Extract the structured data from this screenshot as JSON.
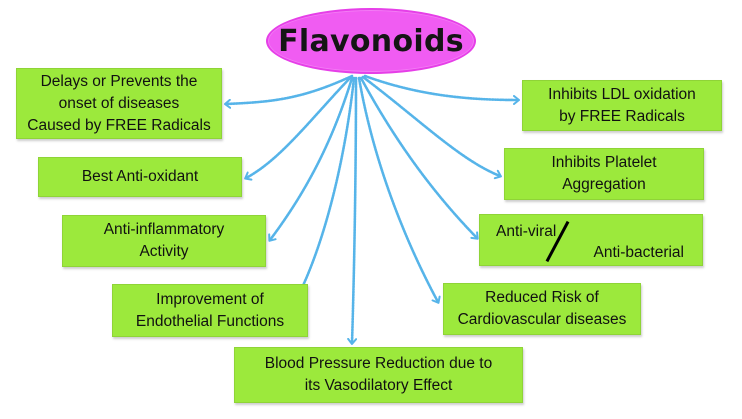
{
  "center": {
    "title": "Flavonoids",
    "fill_color": "#f05cf2"
  },
  "colors": {
    "box_fill": "#9ce93c",
    "connector": "#56b4e9"
  },
  "boxes": {
    "delays": {
      "line1": "Delays or Prevents the",
      "line2": "onset of diseases",
      "line3": "Caused by FREE Radicals"
    },
    "ldl": {
      "line1": "Inhibits  LDL  oxidation",
      "line2": "by  FREE  Radicals"
    },
    "antioxidant": {
      "line1": "Best Anti-oxidant"
    },
    "platelet": {
      "line1": "Inhibits  Platelet",
      "line2": "Aggregation"
    },
    "inflammatory": {
      "line1": "Anti-inflammatory",
      "line2": "Activity"
    },
    "antiviral": {
      "part1": "Anti-viral",
      "part2": "Anti-bacterial"
    },
    "endothelial": {
      "line1": "Improvement of",
      "line2": "Endothelial Functions"
    },
    "cardio": {
      "line1": "Reduced Risk of",
      "line2": "Cardiovascular diseases"
    },
    "bp": {
      "line1": "Blood Pressure Reduction due to",
      "line2": "its Vasodilatory Effect"
    }
  }
}
